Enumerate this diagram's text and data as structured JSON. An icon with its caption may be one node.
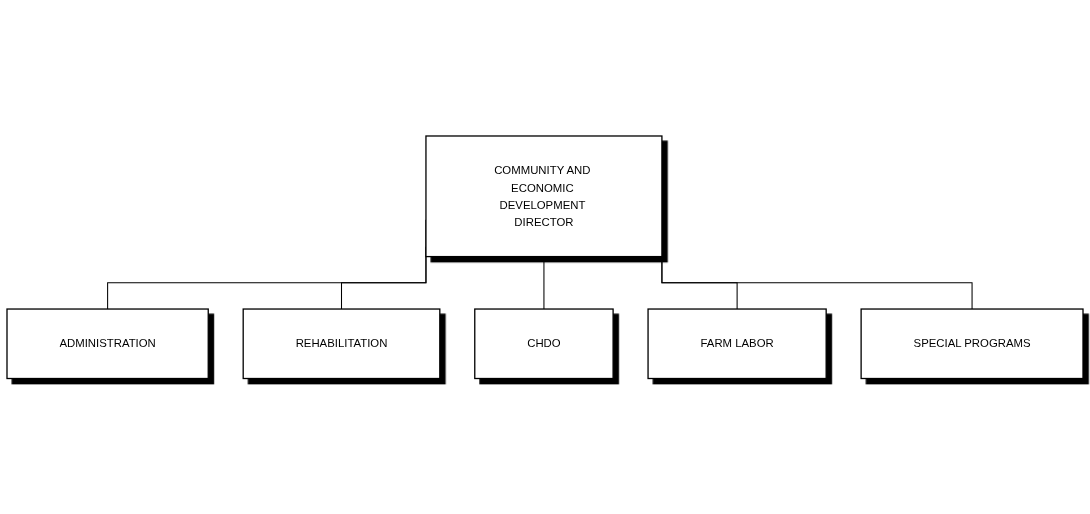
{
  "diagram": {
    "nodes": [
      {
        "text": [
          "COMMUNITY AND ECONOMIC DEVELOPMENT DIRECTOR"
        ]
      },
      {
        "text": [
          "ADMINISTRATION"
        ]
      },
      {
        "text": [
          "REHABILITATION"
        ]
      },
      {
        "text": [
          "CHDO"
        ]
      },
      {
        "text": [
          "FARM LABOR"
        ]
      },
      {
        "text": [
          "SPECIAL PROGRAMS"
        ]
      }
    ],
    "edges": [
      {
        "from": 0,
        "to": 1,
        "arrow": "none"
      },
      {
        "from": 0,
        "to": 2,
        "arrow": "none"
      },
      {
        "from": 0,
        "to": 3,
        "arrow": "none"
      },
      {
        "from": 0,
        "to": 4,
        "arrow": "none"
      },
      {
        "from": 0,
        "to": 5,
        "arrow": "none"
      }
    ]
  }
}
